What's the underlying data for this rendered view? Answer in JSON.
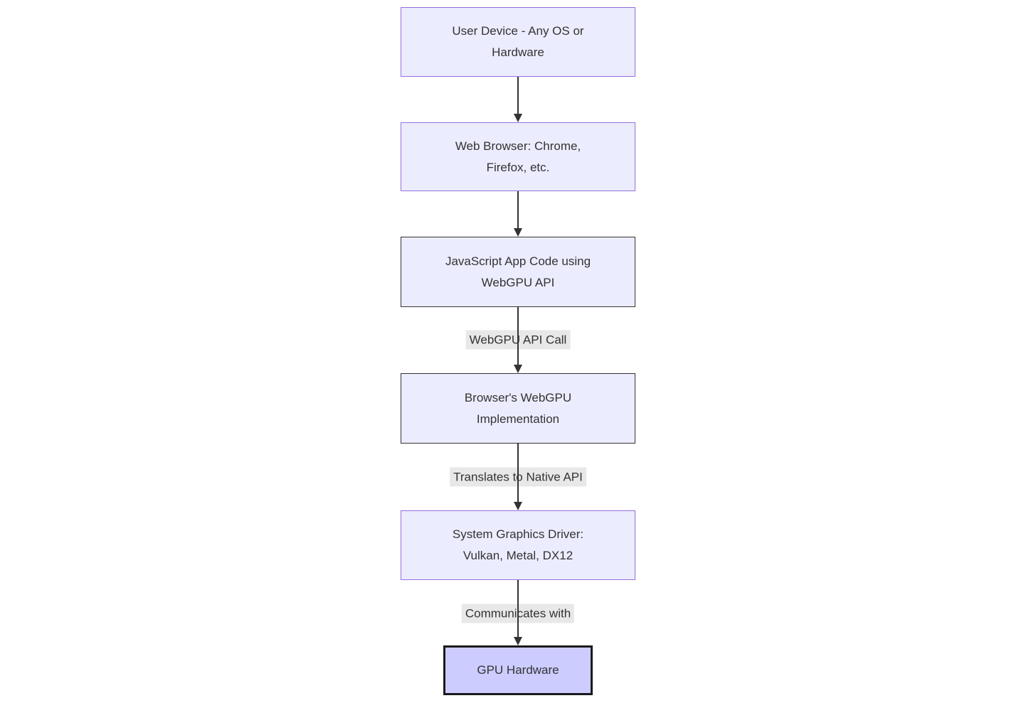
{
  "diagram": {
    "type": "flowchart",
    "direction": "top-down",
    "background_color": "#ffffff",
    "colors": {
      "node_fill": "#ECECFF",
      "node_border_purple": "#9370DB",
      "node_border_dark": "#333333",
      "emphasis_node_fill": "#CCCCFF",
      "emphasis_node_border": "#1A1A1A",
      "edge_line": "#333333",
      "edge_label_background": "#E8E8E8",
      "text": "#333333"
    },
    "nodes": [
      {
        "id": "user-device",
        "label": "User Device - Any OS or\nHardware",
        "fill": "#ECECFF",
        "border": "#9370DB"
      },
      {
        "id": "web-browser",
        "label": "Web Browser: Chrome,\nFirefox, etc.",
        "fill": "#ECECFF",
        "border": "#9370DB"
      },
      {
        "id": "js-app-code",
        "label": "JavaScript App Code using\nWebGPU API",
        "fill": "#ECECFF",
        "border": "#333333"
      },
      {
        "id": "browser-webgpu-implementation",
        "label": "Browser's WebGPU\nImplementation",
        "fill": "#ECECFF",
        "border": "#333333"
      },
      {
        "id": "system-graphics-driver",
        "label": "System Graphics Driver:\nVulkan, Metal, DX12",
        "fill": "#ECECFF",
        "border": "#9370DB"
      },
      {
        "id": "gpu-hardware",
        "label": "GPU Hardware",
        "fill": "#CCCCFF",
        "border": "#1A1A1A"
      }
    ],
    "edges": [
      {
        "from": "user-device",
        "to": "web-browser",
        "label": ""
      },
      {
        "from": "web-browser",
        "to": "js-app-code",
        "label": ""
      },
      {
        "from": "js-app-code",
        "to": "browser-webgpu-implementation",
        "label": "WebGPU API Call"
      },
      {
        "from": "browser-webgpu-implementation",
        "to": "system-graphics-driver",
        "label": "Translates to Native API"
      },
      {
        "from": "system-graphics-driver",
        "to": "gpu-hardware",
        "label": "Communicates with"
      }
    ]
  }
}
